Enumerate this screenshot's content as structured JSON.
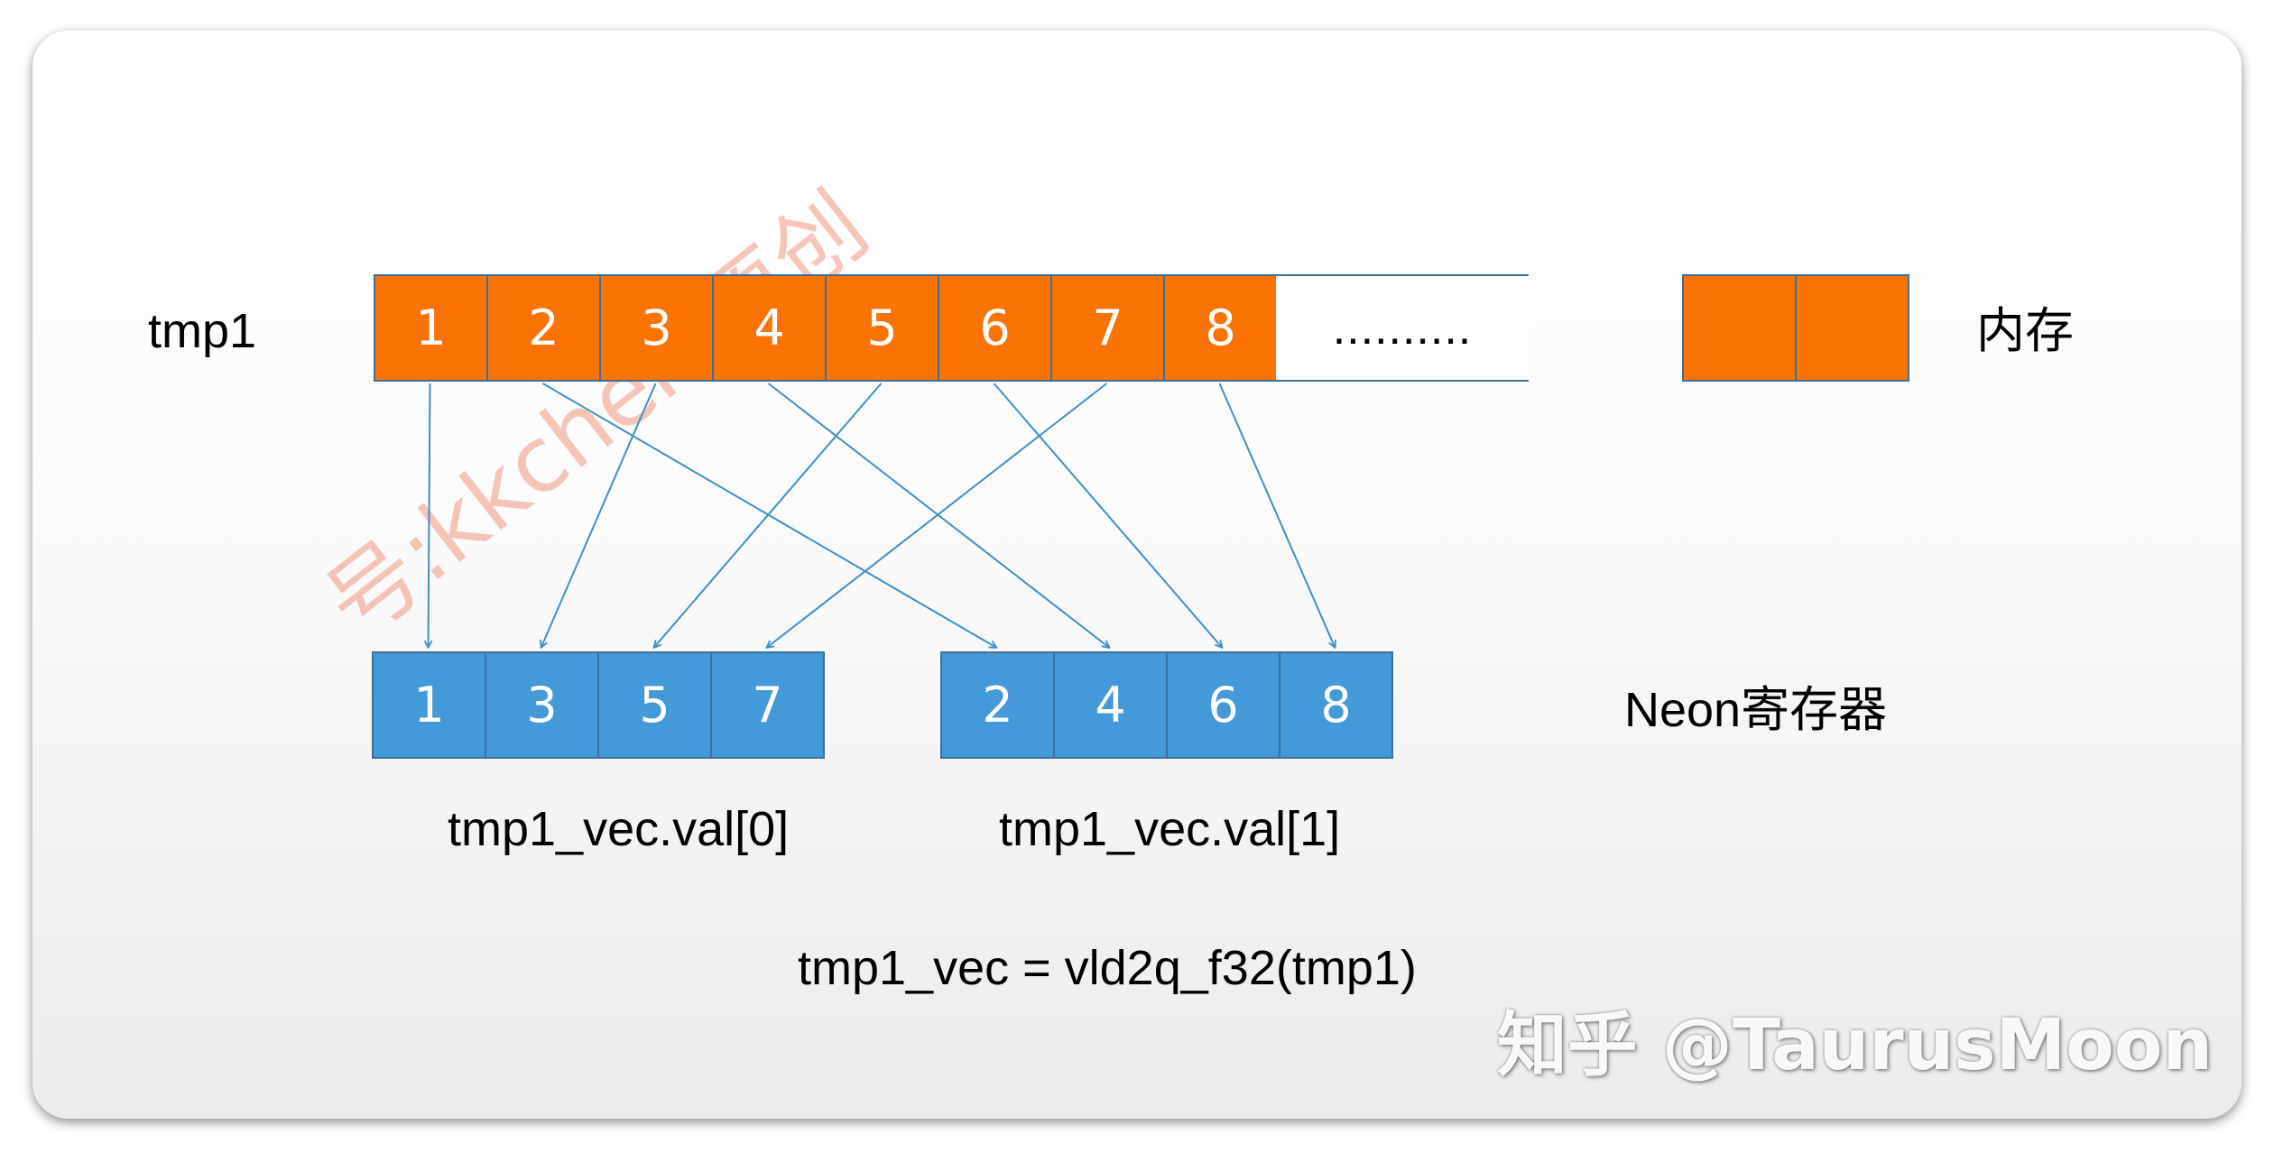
{
  "memory": {
    "label": "tmp1",
    "side_label": "内存",
    "cells": [
      "1",
      "2",
      "3",
      "4",
      "5",
      "6",
      "7",
      "8"
    ],
    "ellipsis": "..........",
    "tail_cells": [
      "",
      ""
    ]
  },
  "registers": {
    "side_label": "Neon寄存器",
    "reg0": {
      "cells": [
        "1",
        "3",
        "5",
        "7"
      ],
      "caption": "tmp1_vec.val[0]"
    },
    "reg1": {
      "cells": [
        "2",
        "4",
        "6",
        "8"
      ],
      "caption": "tmp1_vec.val[1]"
    }
  },
  "formula": "tmp1_vec = vld2q_f32(tmp1)",
  "watermark": "号:kkchen 原创",
  "stamp": "知乎 @TaurusMoon",
  "colors": {
    "memory_cell": "#fb7305",
    "register_cell": "#4499d9",
    "cell_border": "#3f6f98",
    "arrow": "#3d8fc9"
  }
}
